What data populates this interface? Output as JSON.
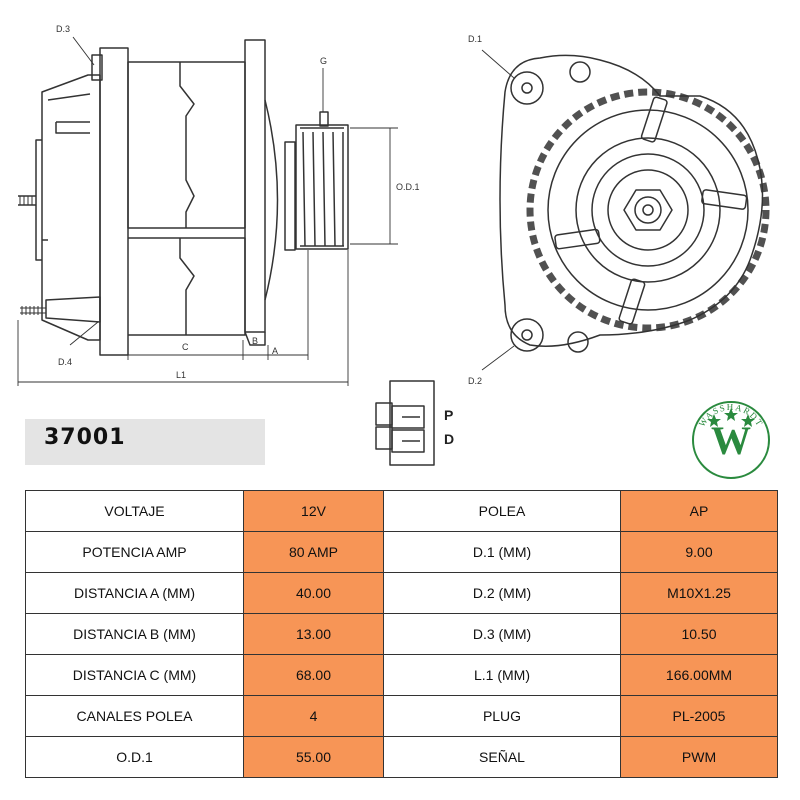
{
  "drawing": {
    "dimensions": {
      "d3": "D.3",
      "d4": "D.4",
      "g": "G",
      "c": "C",
      "b": "B",
      "a": "A",
      "l1": "L1",
      "od1": "O.D.1",
      "d1": "D.1",
      "d2": "D.2"
    },
    "plug": {
      "p": "P",
      "d": "D"
    }
  },
  "part": {
    "number": "37001"
  },
  "brand": {
    "name": "WASSHARDT",
    "letter": "W",
    "color": "#2a8a3e"
  },
  "specs": {
    "rows": [
      {
        "label1": "VOLTAJE",
        "value1": "12V",
        "label2": "POLEA",
        "value2": "AP"
      },
      {
        "label1": "POTENCIA AMP",
        "value1": "80 AMP",
        "label2": "D.1 (MM)",
        "value2": "9.00"
      },
      {
        "label1": "DISTANCIA A (MM)",
        "value1": "40.00",
        "label2": "D.2 (MM)",
        "value2": "M10X1.25"
      },
      {
        "label1": "DISTANCIA B (MM)",
        "value1": "13.00",
        "label2": "D.3 (MM)",
        "value2": "10.50"
      },
      {
        "label1": "DISTANCIA C (MM)",
        "value1": "68.00",
        "label2": "L.1 (MM)",
        "value2": "166.00MM"
      },
      {
        "label1": "CANALES POLEA",
        "value1": "4",
        "label2": "PLUG",
        "value2": "PL-2005"
      },
      {
        "label1": "O.D.1",
        "value1": "55.00",
        "label2": "SEÑAL",
        "value2": "PWM"
      }
    ]
  },
  "colors": {
    "value_bg": "#f79556",
    "line": "#333333"
  }
}
